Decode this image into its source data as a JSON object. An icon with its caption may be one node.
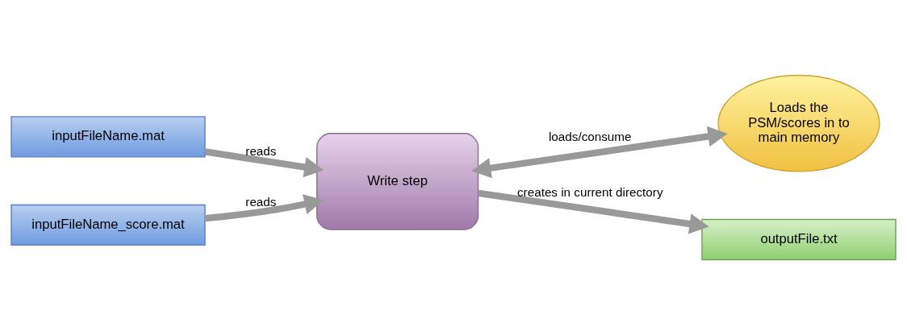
{
  "diagram": {
    "nodes": [
      {
        "text": [
          "inputFileName.mat"
        ]
      },
      {
        "text": [
          "inputFileName_score.mat"
        ]
      },
      {
        "text": [
          "Write step"
        ]
      },
      {
        "text": [
          "Loads the PSM/scores in to main memory"
        ]
      },
      {
        "text": [
          "outputFile.txt"
        ]
      }
    ],
    "edges": [
      {
        "from": 0,
        "to": 2,
        "arrow": "to",
        "label": "reads"
      },
      {
        "from": 1,
        "to": 2,
        "arrow": "to",
        "label": "reads"
      },
      {
        "from": 2,
        "to": 3,
        "arrow": "both",
        "label": "loads/consume"
      },
      {
        "from": 2,
        "to": 4,
        "arrow": "to",
        "label": "creates in current directory"
      }
    ]
  }
}
